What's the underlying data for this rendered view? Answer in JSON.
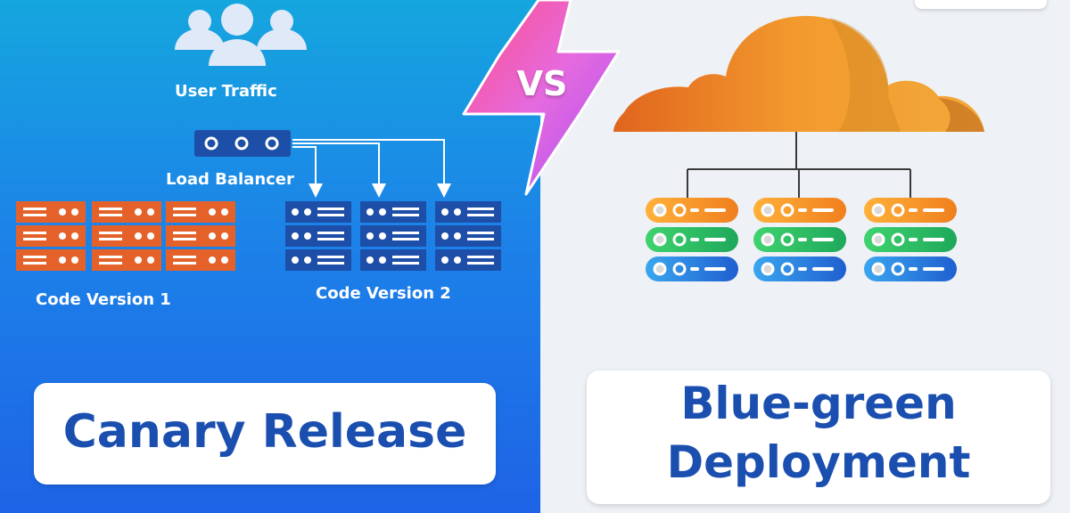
{
  "left": {
    "user_traffic_label": "User Traffic",
    "load_balancer_label": "Load Balancer",
    "code_version_1_label": "Code Version 1",
    "code_version_2_label": "Code Version 2",
    "title": "Canary Release"
  },
  "center": {
    "vs_label": "VS"
  },
  "right": {
    "title_line1": "Blue-green",
    "title_line2": "Deployment"
  },
  "colors": {
    "left_bg_top": "#15a6de",
    "left_bg_bottom": "#1e63e6",
    "orange_server": "#e4622a",
    "blue_server": "#1d4fa8",
    "title_text": "#1a4fb0",
    "cloud": "#f39a2e",
    "server_orange": "#f5a028",
    "server_green": "#27c46a",
    "server_blue": "#2b7fe0",
    "vs_bolt": "#ff6fb3"
  }
}
